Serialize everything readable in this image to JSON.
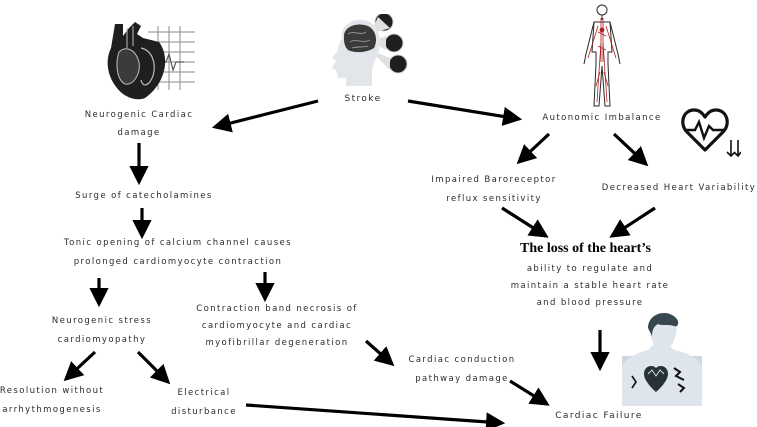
{
  "nodes": {
    "stroke": "Stroke",
    "neurogenic_cardiac": [
      "Neurogenic Cardiac",
      "damage"
    ],
    "autonomic": "Autonomic Imbalance",
    "surge": "Surge of catecholamines",
    "tonic": [
      "Tonic opening of calcium channel causes",
      "prolonged cardiomyocyte contraction"
    ],
    "impaired": [
      "Impaired Baroreceptor",
      "reflux sensitivity"
    ],
    "hrv": "Decreased Heart Variability",
    "loss_bold": "The loss of the heart’s",
    "loss_rest": [
      "ability to regulate and",
      "maintain a stable heart rate",
      "and blood pressure"
    ],
    "stress": [
      "Neurogenic stress",
      "cardiomyopathy"
    ],
    "necrosis": [
      "Contraction band necrosis of",
      "cardiomyocyte and cardiac",
      "myofibrillar degeneration"
    ],
    "conduction": [
      "Cardiac conduction",
      "pathway damage"
    ],
    "resolution": [
      "Resolution without",
      "arrhythmogenesis"
    ],
    "electrical": [
      "Electrical",
      "disturbance"
    ],
    "failure": "Cardiac Failure"
  },
  "icons": [
    "heart-anatomy-icon",
    "brain-head-icon",
    "vascular-body-icon",
    "heart-rate-down-icon",
    "person-chest-pain-icon"
  ]
}
